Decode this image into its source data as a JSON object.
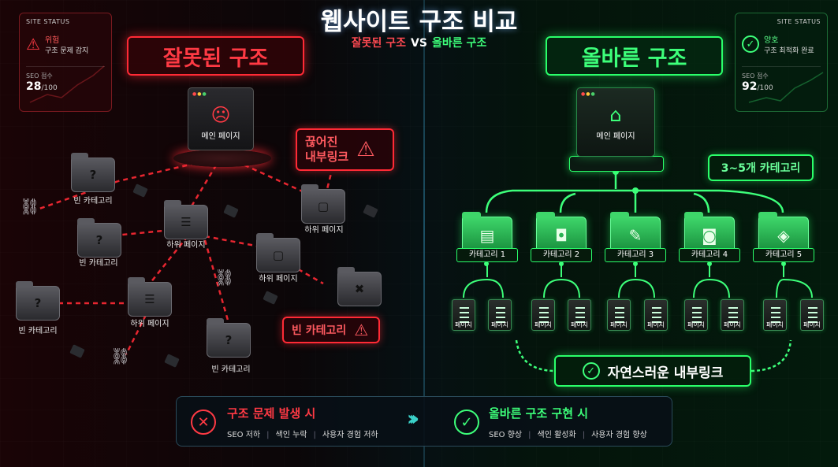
{
  "title": "웹사이트 구조 비교",
  "subtitle": {
    "bad": "잘못된 구조",
    "vs": "VS",
    "good": "올바른 구조"
  },
  "colors": {
    "bad": "#ff3a44",
    "good": "#3dff7a",
    "accent": "#3ad0c8"
  },
  "status_bad": {
    "head": "SITE STATUS",
    "label": "위험",
    "desc": "구조 문제 감지",
    "seo_label": "SEO 점수",
    "score": "28",
    "score_max": "/100",
    "icon": "warning-icon"
  },
  "status_good": {
    "head": "SITE STATUS",
    "label": "양호",
    "desc": "구조 최적화 완료",
    "seo_label": "SEO 점수",
    "score": "92",
    "score_max": "/100",
    "icon": "check-icon"
  },
  "bad": {
    "banner": "잘못된 구조",
    "main_page": "메인 페이지",
    "broken_link": [
      "끊어진",
      "내부링크"
    ],
    "empty_callout": "빈 카테고리",
    "empty_category": "빈 카테고리",
    "sub_page": "하위 페이지"
  },
  "good": {
    "banner": "올바른 구조",
    "main_page": "메인 페이지",
    "categories_callout": "3~5개 카테고리",
    "categories": [
      {
        "label": "카테고리 1",
        "icon": "document-icon"
      },
      {
        "label": "카테고리 2",
        "icon": "shopping-bag-icon"
      },
      {
        "label": "카테고리 3",
        "icon": "pencil-icon"
      },
      {
        "label": "카테고리 4",
        "icon": "camera-icon"
      },
      {
        "label": "카테고리 5",
        "icon": "tag-icon"
      }
    ],
    "page_label": "페이지",
    "natural_link": "자연스러운 내부링크"
  },
  "summary": {
    "bad_title": "구조 문제 발생 시",
    "bad_items": [
      "SEO 저하",
      "색인 누락",
      "사용자 경험 저하"
    ],
    "good_title": "올바른 구조 구현 시",
    "good_items": [
      "SEO 향상",
      "색인 활성화",
      "사용자 경험 향상"
    ]
  }
}
